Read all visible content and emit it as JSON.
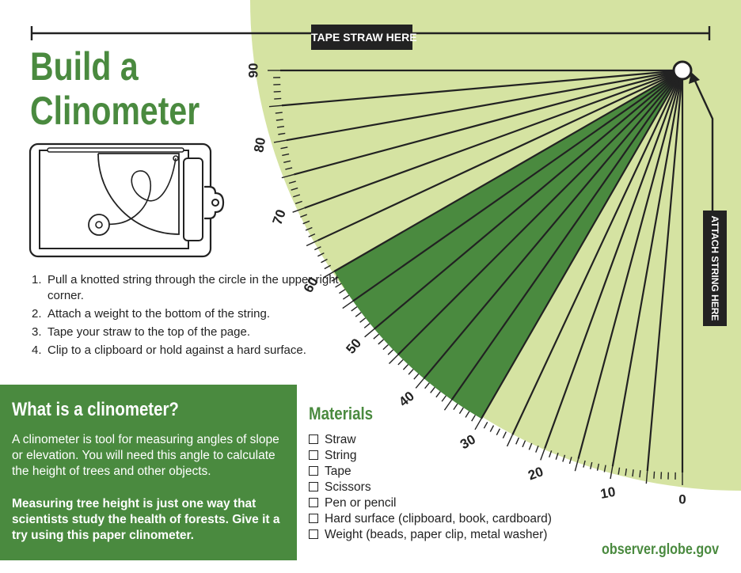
{
  "title": {
    "line1": "Build a",
    "line2": "Clinometer"
  },
  "steps": [
    {
      "num": "1.",
      "text": "Pull a knotted string through the circle in the upper right corner."
    },
    {
      "num": "2.",
      "text": "Attach a weight to the bottom of the string."
    },
    {
      "num": "3.",
      "text": "Tape your straw to the top of the page."
    },
    {
      "num": "4.",
      "text": "Clip to a clipboard or hold against a hard surface."
    }
  ],
  "info": {
    "title": "What is a clinometer?",
    "p1": "A clinometer is tool for measuring angles of slope or elevation. You will need this angle to calculate the height of trees and other objects.",
    "p2": "Measuring tree height is just one way that scientists study the health of forests. Give it a try using this paper clinometer."
  },
  "materials": {
    "title": "Materials",
    "items": [
      "Straw",
      "String",
      "Tape",
      "Scissors",
      "Pen or pencil",
      "Hard surface (clipboard, book, cardboard)",
      "Weight (beads, paper clip, metal washer)"
    ]
  },
  "labels": {
    "tape": "TAPE STRAW HERE",
    "attach": "ATTACH STRING HERE"
  },
  "url": "observer.globe.gov",
  "scale": {
    "tick_labels": [
      "90",
      "80",
      "70",
      "60",
      "50",
      "40",
      "30",
      "20",
      "10",
      "0"
    ],
    "highlight_range_deg": [
      30,
      60
    ]
  },
  "colors": {
    "brand_green": "#4a8a3f",
    "pale_green": "#d5e3a2",
    "dark": "#222222",
    "paper": "#ffffff"
  }
}
